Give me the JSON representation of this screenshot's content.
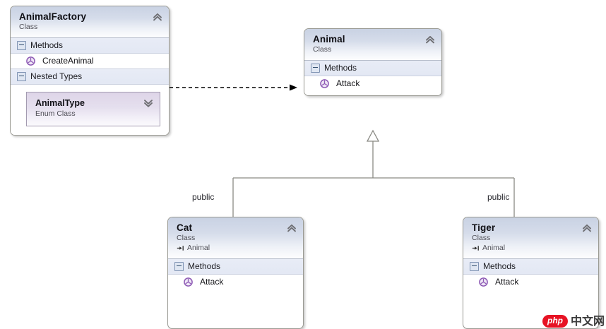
{
  "diagram": {
    "kind": "uml-class-diagram",
    "background": "#ffffff"
  },
  "classes": {
    "animal_factory": {
      "name": "AnimalFactory",
      "stereotype": "Class",
      "collapse_icon": "chevron-double-up-icon",
      "compartments": [
        {
          "label": "Methods",
          "toggle": "minus-box-icon"
        },
        {
          "label": "Nested Types",
          "toggle": "minus-box-icon"
        }
      ],
      "methods": [
        {
          "name": "CreateAnimal",
          "icon": "method-icon"
        }
      ],
      "nested": {
        "name": "AnimalType",
        "stereotype": "Enum Class",
        "expand_icon": "chevron-double-down-icon"
      }
    },
    "animal": {
      "name": "Animal",
      "stereotype": "Class",
      "collapse_icon": "chevron-double-up-icon",
      "compartments": [
        {
          "label": "Methods",
          "toggle": "minus-box-icon"
        }
      ],
      "methods": [
        {
          "name": "Attack",
          "icon": "method-icon"
        }
      ]
    },
    "cat": {
      "name": "Cat",
      "stereotype": "Class",
      "base": "Animal",
      "base_icon": "base-class-arrow-icon",
      "collapse_icon": "chevron-double-up-icon",
      "compartments": [
        {
          "label": "Methods",
          "toggle": "minus-box-icon"
        }
      ],
      "methods": [
        {
          "name": "Attack",
          "icon": "method-icon"
        }
      ]
    },
    "tiger": {
      "name": "Tiger",
      "stereotype": "Class",
      "base": "Animal",
      "base_icon": "base-class-arrow-icon",
      "collapse_icon": "chevron-double-up-icon",
      "compartments": [
        {
          "label": "Methods",
          "toggle": "minus-box-icon"
        }
      ],
      "methods": [
        {
          "name": "Attack",
          "icon": "method-icon"
        }
      ]
    }
  },
  "relationships": [
    {
      "id": "dependency",
      "from": "AnimalFactory",
      "to": "Animal",
      "type": "dependency",
      "style": "dashed-open-arrow",
      "label": ""
    },
    {
      "id": "cat-inherits",
      "from": "Cat",
      "to": "Animal",
      "type": "generalization",
      "style": "solid-hollow-triangle",
      "label": "public"
    },
    {
      "id": "tiger-inherits",
      "from": "Tiger",
      "to": "Animal",
      "type": "generalization",
      "style": "solid-hollow-triangle",
      "label": "public"
    }
  ],
  "edge_labels": {
    "cat_visibility": "public",
    "tiger_visibility": "public"
  },
  "watermark": {
    "badge": "php",
    "text": "中文网",
    "badge_color": "#e60012"
  },
  "colors": {
    "header_gradient_top": "#c9d2e3",
    "header_gradient_bottom": "#fdfdfe",
    "compartment_fill": "#e5eaf5",
    "body_fill": "#ffffff",
    "border": "#9a9a93",
    "nested_fill_top": "#ded5e8",
    "method_icon": "#8e5bb5",
    "connector": "#8a8a84",
    "dependency_arrow": "#000000"
  }
}
